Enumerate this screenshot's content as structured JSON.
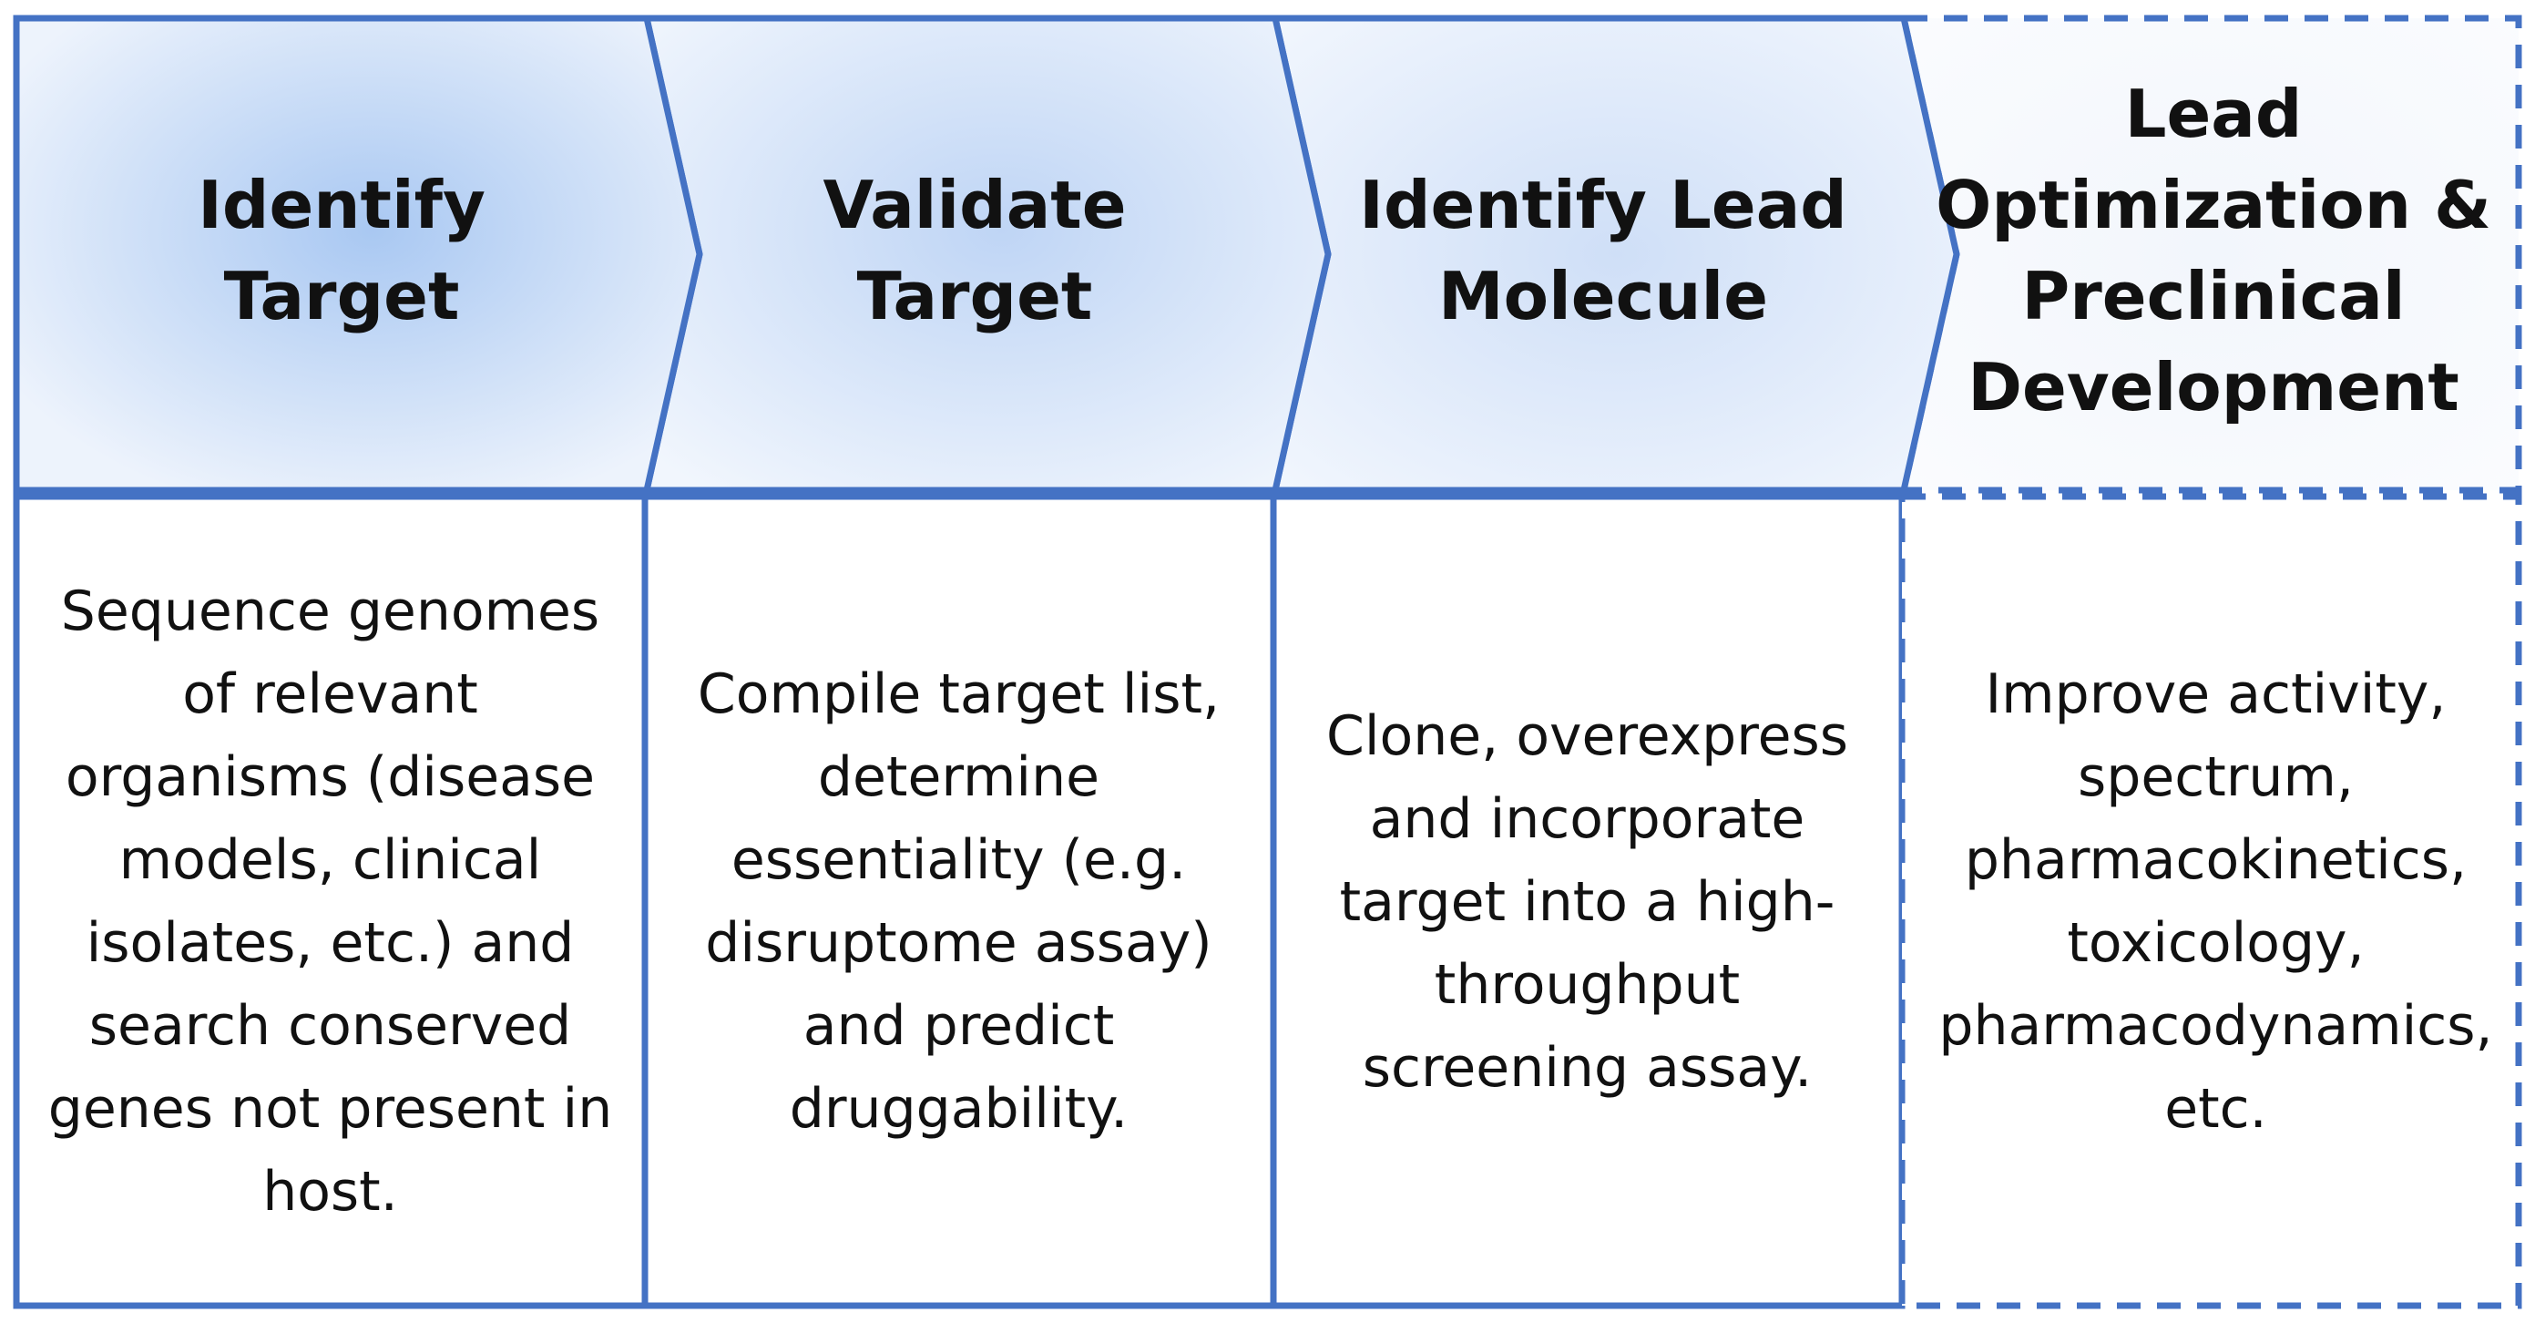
{
  "colors": {
    "border": "#4472C4",
    "chevron_fill_center": "#A9C8F2",
    "chevron_fill_edge": "#EDF3FC",
    "text": "#111111"
  },
  "stages": [
    {
      "title": "Identify Target",
      "description": "Sequence genomes of relevant organisms (disease models, clinical isolates, etc.) and search conserved genes not present in host.",
      "border_style": "solid"
    },
    {
      "title": "Validate Target",
      "description": "Compile target list, determine essentiality (e.g. disruptome assay) and predict druggability.",
      "border_style": "solid"
    },
    {
      "title": "Identify Lead Molecule",
      "description": "Clone, overexpress and incorporate target into a high-throughput screening assay.",
      "border_style": "solid"
    },
    {
      "title": "Lead Optimization & Preclinical Development",
      "description": "Improve activity, spectrum, pharmacokinetics, toxicology, pharmacodynamics, etc.",
      "border_style": "dashed"
    }
  ]
}
